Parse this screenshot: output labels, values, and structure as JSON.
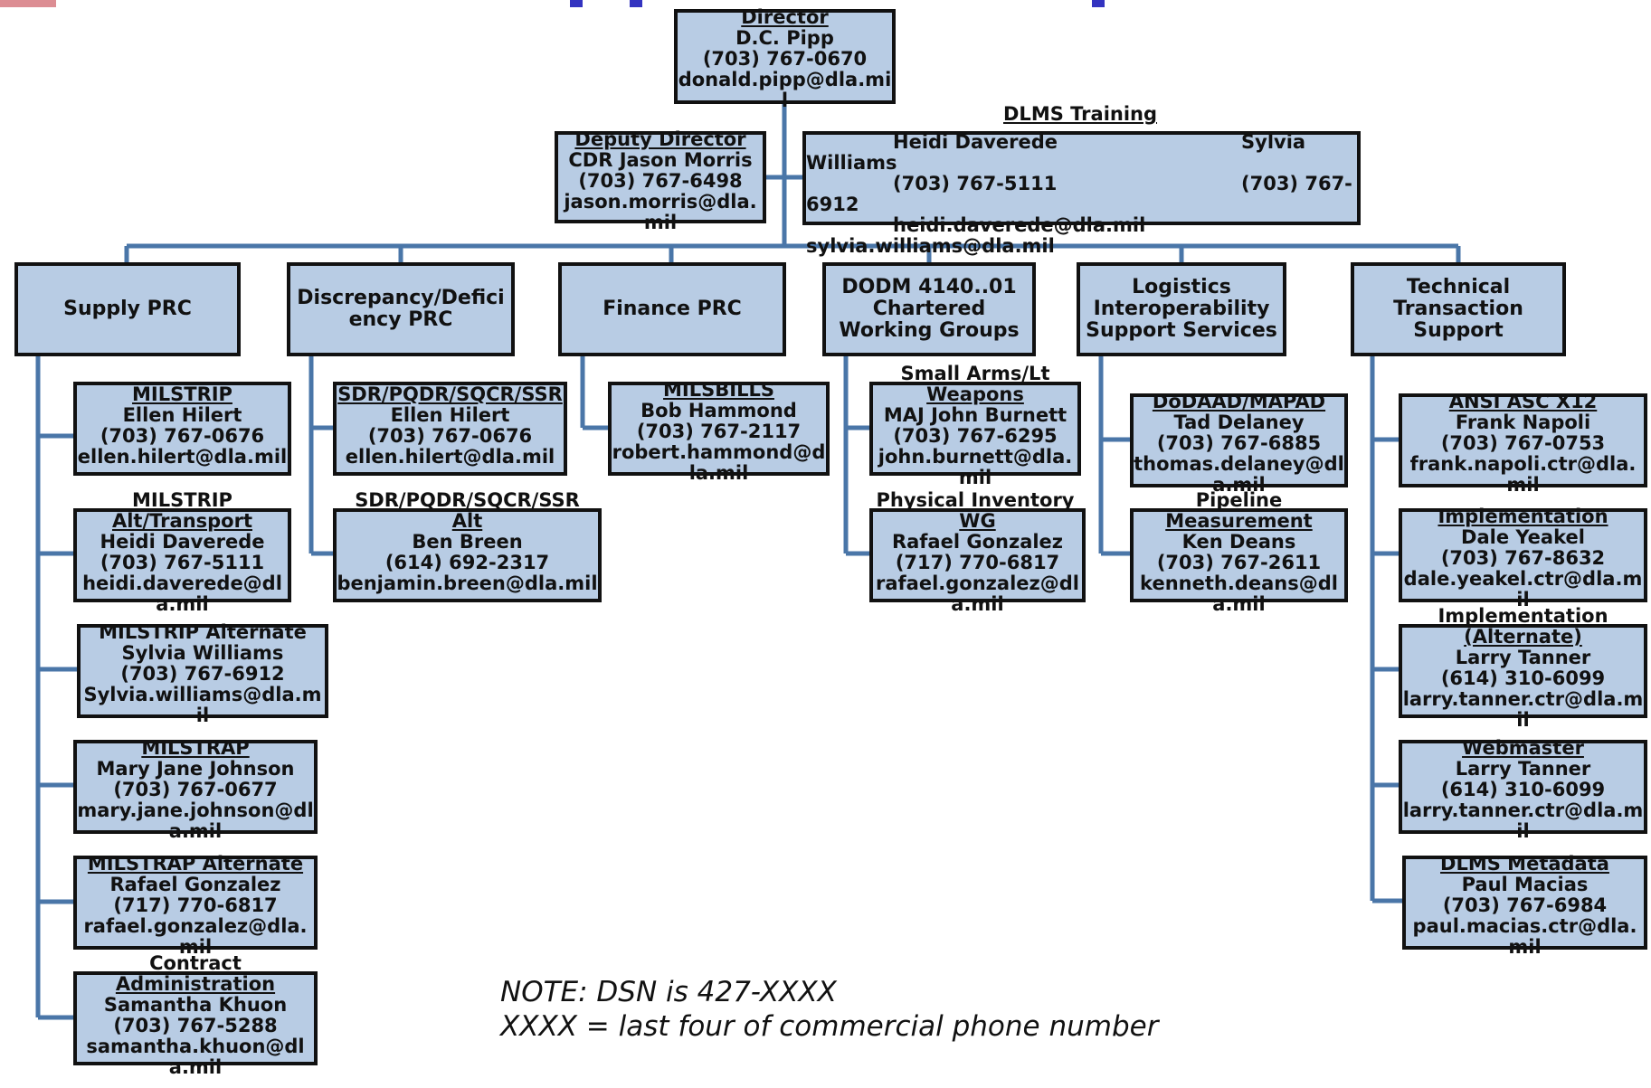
{
  "director": {
    "title": "Director",
    "name": "D.C. Pipp",
    "phone": "(703) 767-0670",
    "email": "donald.pipp@dla.mil"
  },
  "deputy": {
    "title": "Deputy Director",
    "name": "CDR Jason Morris",
    "phone": "(703) 767-6498",
    "email": "jason.morris@dla.mil"
  },
  "training": {
    "title": "DLMS Training",
    "line1": "Heidi Daverede",
    "line1b": "Sylvia",
    "line2": "Williams",
    "line3": "(703) 767-5111",
    "line3b": "(703) 767-",
    "line4": "6912",
    "line5": "heidi.daverede@dla.mil",
    "line6": "sylvia.williams@dla.mil"
  },
  "groups": [
    {
      "label": "Supply PRC"
    },
    {
      "label": "Discrepancy/Deficiency PRC"
    },
    {
      "label": "Finance PRC"
    },
    {
      "label": "DODM 4140..01 Chartered Working Groups"
    },
    {
      "label": "Logistics Interoperability Support Services"
    },
    {
      "label": "Technical Transaction Support"
    }
  ],
  "supply": [
    {
      "title": "MILSTRIP",
      "name": "Ellen Hilert",
      "phone": "(703) 767-0676",
      "email": "ellen.hilert@dla.mil"
    },
    {
      "title_above": "MILSTRIP",
      "title": "Alt/Transport",
      "name": "Heidi Daverede",
      "phone": "(703) 767-5111",
      "email": "heidi.daverede@dla.mil"
    },
    {
      "title": "MILSTRIP Alternate",
      "name": "Sylvia Williams",
      "phone": "(703) 767-6912",
      "email": "Sylvia.williams@dla.mil"
    },
    {
      "title": "MILSTRAP",
      "name": "Mary Jane Johnson",
      "phone": "(703) 767-0677",
      "email": "mary.jane.johnson@dla.mil"
    },
    {
      "title": "MILSTRAP Alternate",
      "name": "Rafael Gonzalez",
      "phone": "(717) 770-6817",
      "email": "rafael.gonzalez@dla.mil"
    },
    {
      "title_above": "Contract",
      "title": "Administration",
      "name": "Samantha Khuon",
      "phone": "(703) 767-5288",
      "email": "samantha.khuon@dla.mil"
    }
  ],
  "discrepancy": [
    {
      "title": "SDR/PQDR/SQCR/SSR",
      "name": "Ellen Hilert",
      "phone": "(703) 767-0676",
      "email": "ellen.hilert@dla.mil"
    },
    {
      "title_above": "SDR/PQDR/SQCR/SSR",
      "title": "Alt",
      "name": "Ben Breen",
      "phone": "(614) 692-2317",
      "email": "benjamin.breen@dla.mil"
    }
  ],
  "finance": [
    {
      "title": "MILSBILLS",
      "name": "Bob Hammond",
      "phone": "(703) 767-2117",
      "email": "robert.hammond@dla.mil"
    }
  ],
  "dodm": [
    {
      "title_above": "Small Arms/Lt",
      "title": "Weapons",
      "name": "MAJ John Burnett",
      "phone": "(703) 767-6295",
      "email": "john.burnett@dla.mil"
    },
    {
      "title_above": "Physical Inventory",
      "title": "WG",
      "name": "Rafael Gonzalez",
      "phone": "(717) 770-6817",
      "email": "rafael.gonzalez@dla.mil"
    }
  ],
  "logistics": [
    {
      "title": "DoDAAD/MAPAD",
      "name": "Tad Delaney",
      "phone": "(703) 767-6885",
      "email": "thomas.delaney@dla.mil"
    },
    {
      "title_above": "Pipeline",
      "title": "Measurement",
      "name": "Ken Deans",
      "phone": "(703) 767-2611",
      "email": "kenneth.deans@dla.mil"
    }
  ],
  "technical": [
    {
      "title": "ANSI ASC X12",
      "name": "Frank Napoli",
      "phone": "(703) 767-0753",
      "email": "frank.napoli.ctr@dla.mil"
    },
    {
      "title": "Implementation",
      "name": "Dale Yeakel",
      "phone": "(703) 767-8632",
      "email": "dale.yeakel.ctr@dla.mil"
    },
    {
      "title_above": "Implementation",
      "title": "(Alternate)",
      "name": "Larry Tanner",
      "phone": "(614) 310-6099",
      "email": "larry.tanner.ctr@dla.mil"
    },
    {
      "title": "Webmaster",
      "name": "Larry Tanner",
      "phone": "(614) 310-6099",
      "email": "larry.tanner.ctr@dla.mil"
    },
    {
      "title": "DLMS Metadata",
      "name": "Paul Macias",
      "phone": "(703) 767-6984",
      "email": "paul.macias.ctr@dla.mil"
    }
  ],
  "note": {
    "line1": "NOTE: DSN is 427-XXXX",
    "line2": "XXXX = last four of commercial phone number"
  },
  "colors": {
    "box_fill": "#b8cce4",
    "connector": "#4a76a8",
    "border": "#111111"
  }
}
